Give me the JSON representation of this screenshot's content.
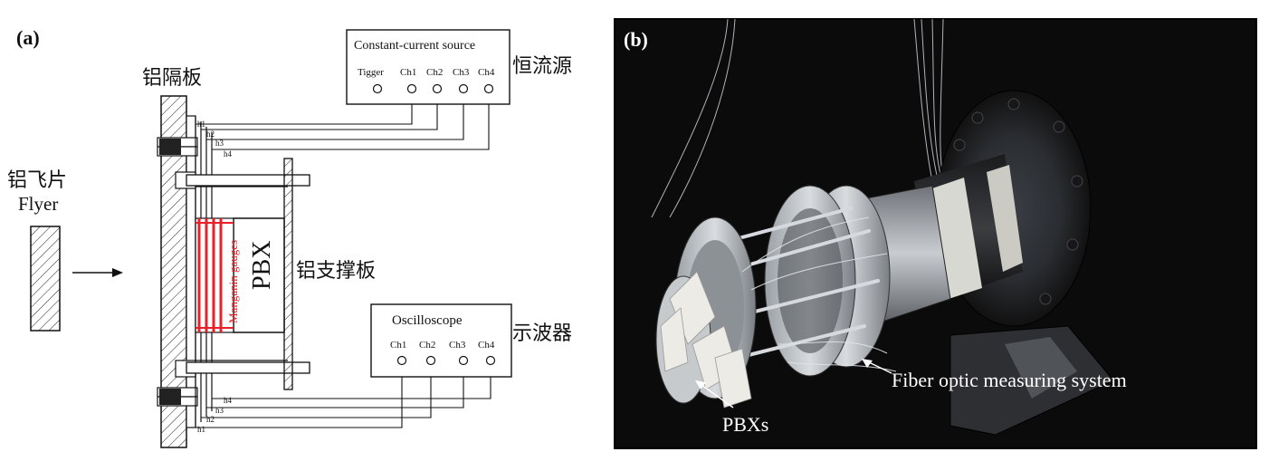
{
  "panel_a": {
    "label": "(a)",
    "constant_current_source": {
      "title": "Constant-current source",
      "ports": [
        "Tigger",
        "Ch1",
        "Ch2",
        "Ch3",
        "Ch4"
      ],
      "cn_label": "恒流源"
    },
    "oscilloscope": {
      "title": "Oscilloscope",
      "ports": [
        "Ch1",
        "Ch2",
        "Ch3",
        "Ch4"
      ],
      "cn_label": "示波器"
    },
    "al_partition_label": "铝隔板",
    "flyer_cn": "铝飞片",
    "flyer_en": "Flyer",
    "pbx_label": "PBX",
    "gauge_label": "Manganin gauges",
    "support_plate_label": "铝支撑板",
    "gauge_leads_top": [
      "h1",
      "h2",
      "h3",
      "h4"
    ],
    "gauge_leads_bottom": [
      "h4",
      "h3",
      "h2",
      "h1"
    ],
    "gauge_color": "#e8202a"
  },
  "panel_b": {
    "label": "(b)",
    "callout_fiber": "Fiber optic measuring system",
    "callout_pbx": "PBXs"
  }
}
